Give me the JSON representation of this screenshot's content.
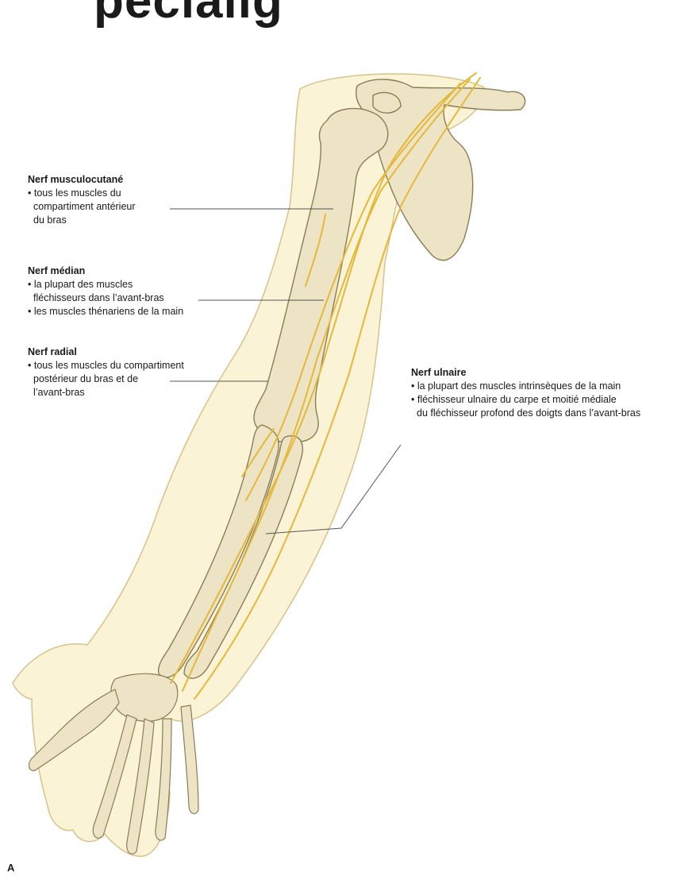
{
  "heading_fragment": "pécialig",
  "panel_letter": "A",
  "labels": {
    "musculocutaneous": {
      "title": "Nerf musculocutané",
      "bullets": [
        [
          "tous les muscles du",
          "compartiment antérieur",
          "du bras"
        ]
      ]
    },
    "median": {
      "title": "Nerf médian",
      "bullets": [
        [
          "la plupart des muscles",
          "fléchisseurs dans l’avant-bras"
        ],
        [
          "les muscles thénariens de la main"
        ]
      ]
    },
    "radial": {
      "title": "Nerf radial",
      "bullets": [
        [
          "tous les muscles du compartiment",
          "postérieur du bras et de",
          "l’avant-bras"
        ]
      ]
    },
    "ulnar": {
      "title": "Nerf ulnaire",
      "bullets": [
        [
          "la plupart des muscles intrinsèques de la main"
        ],
        [
          "fléchisseur ulnaire du carpe et moitié médiale",
          "du fléchisseur profond des doigts dans l’avant-bras"
        ]
      ]
    }
  },
  "colors": {
    "skin_outline": "#d6c28a",
    "skin_fill": "#fbf3d6",
    "bone_fill": "#ece4c4",
    "bone_stroke": "#8a7d55",
    "nerve": "#e4b83a",
    "leader_line": "#555555"
  }
}
